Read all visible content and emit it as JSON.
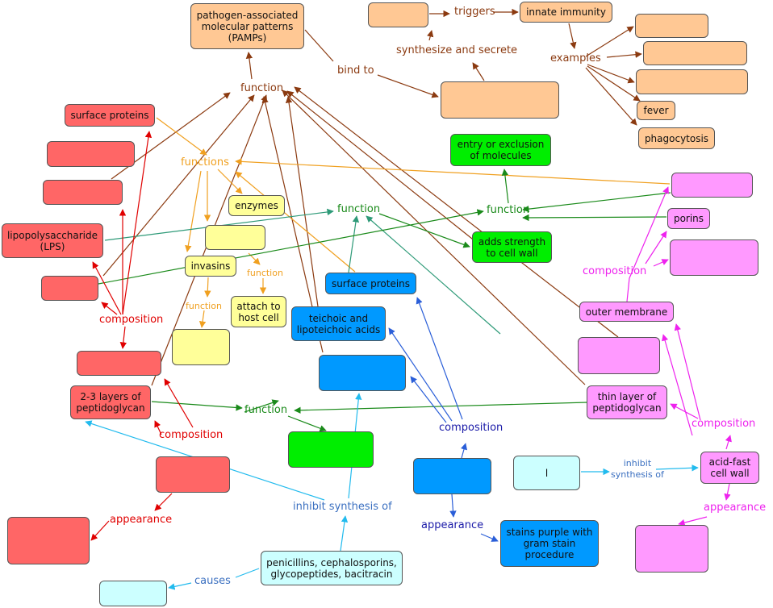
{
  "nodes": {
    "pamps": "pathogen-associated\nmolecular patterns\n(PAMPs)",
    "orange_blank_top": "",
    "innate_immunity": "innate immunity",
    "orange_ex1": "",
    "orange_ex2": "",
    "orange_ex3": "",
    "fever": "fever",
    "phagocytosis": "phagocytosis",
    "orange_synth": "",
    "surface_proteins_red": "surface proteins",
    "red_blank1": "",
    "red_blank2": "",
    "lps": "lipopolysaccharide\n(LPS)",
    "red_blank3": "",
    "red_blank4": "",
    "peptidoglycan_23": "2-3 layers of\npeptidoglycan",
    "red_blank5": "",
    "red_blank6": "",
    "enzymes": "enzymes",
    "yellow_blank1": "",
    "invasins": "invasins",
    "attach_host": "attach to\nhost cell",
    "yellow_blank2": "",
    "entry_exclusion": "entry or exclusion\nof molecules",
    "adds_strength": "adds strength\nto cell wall",
    "green_blank": "",
    "surface_proteins_blue": "surface proteins",
    "teichoic": "teichoic and\nlipoteichoic acids",
    "blue_blank1": "",
    "blue_blank2": "",
    "stains_purple": "stains purple with\ngram stain\nprocedure",
    "pink_blank1": "",
    "porins": "porins",
    "pink_blank2": "",
    "outer_membrane": "outer membrane",
    "pink_blank3": "",
    "thin_peptidoglycan": "thin layer of\npeptidoglycan",
    "acid_fast": "acid-fast\ncell wall",
    "pink_blank4": "",
    "cyan_l": "l",
    "penicillins": "penicillins, cephalosporins,\nglycopeptides, bacitracin",
    "cyan_blank": ""
  },
  "labels": {
    "triggers": "triggers",
    "synthesize": "synthesize and secrete",
    "examples": "examples",
    "bind_to": "bind to",
    "function_top": "function",
    "functions_orange": "functions",
    "function_green_left": "function",
    "function_green_right": "function",
    "function_orange1": "function",
    "function_orange2": "function",
    "composition_red": "composition",
    "composition_red2": "composition",
    "appearance_red": "appearance",
    "function_green_mid": "function",
    "composition_pink_top": "composition",
    "composition_pink": "composition",
    "composition_blue": "composition",
    "appearance_blue": "appearance",
    "appearance_pink": "appearance",
    "inhibit_synthesis_of": "inhibit synthesis of",
    "inhibit_synthesis_of_small": "inhibit\nsynthesis of",
    "causes": "causes"
  },
  "colors": {
    "brown": "#8b3a10",
    "red": "#e00000",
    "orange": "#f0a020",
    "green": "#1a8a1a",
    "teal": "#2e9a78",
    "blue": "#2a5ed8",
    "navy": "#1a1aa8",
    "magenta": "#ee22ee",
    "cyan": "#22bbee",
    "steel": "#3a6fc0"
  }
}
